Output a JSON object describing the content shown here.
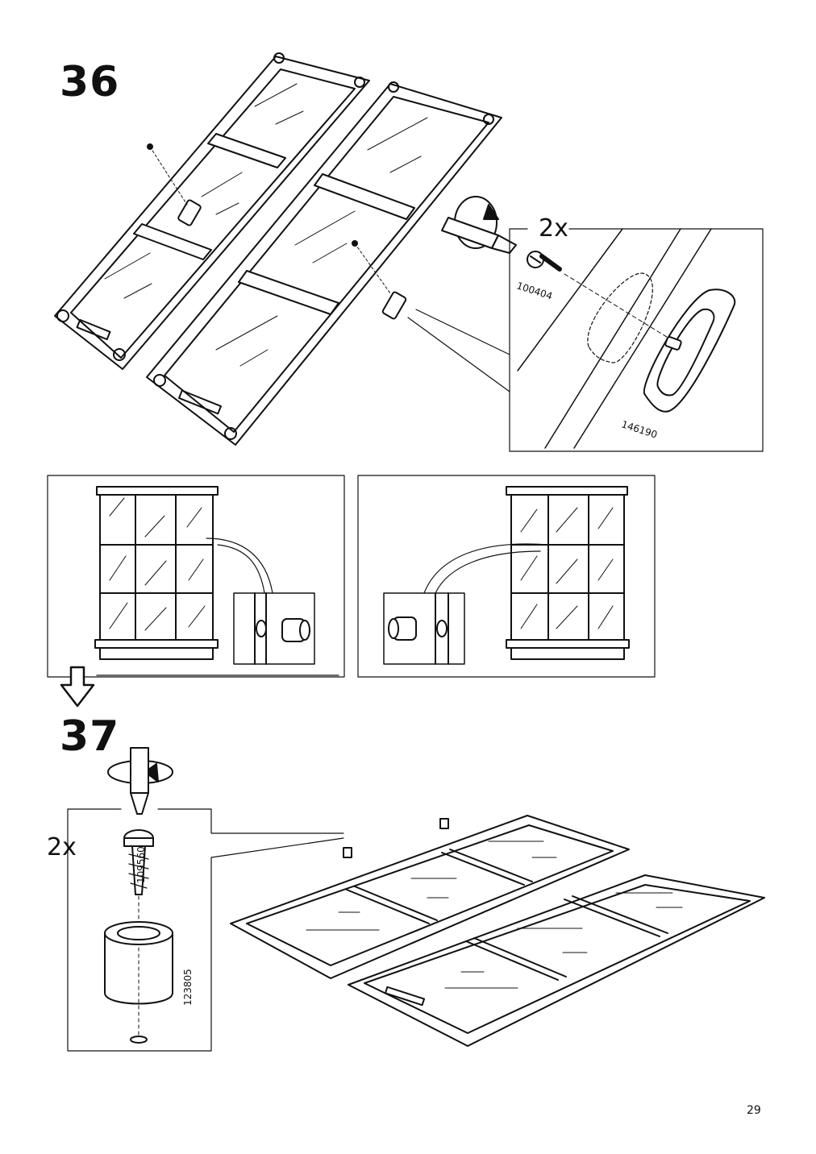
{
  "steps": [
    {
      "number": "36"
    },
    {
      "number": "37"
    }
  ],
  "step36": {
    "quantity": "2x",
    "part_screw": "100404",
    "part_handle": "146190"
  },
  "step37": {
    "quantity": "2x",
    "part_screw": "109560",
    "part_stop": "123805"
  },
  "page_number": "29"
}
